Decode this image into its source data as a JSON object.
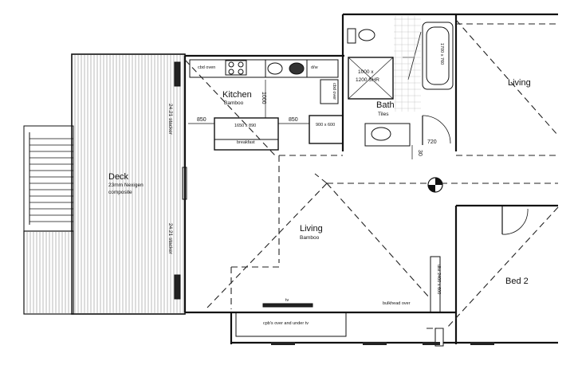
{
  "rooms": {
    "deck": {
      "name": "Deck",
      "material": "23mm Nexigen",
      "material2": "composite"
    },
    "kitchen": {
      "name": "Kitchen",
      "material": "Bamboo"
    },
    "living_main": {
      "name": "Living",
      "material": "Bamboo"
    },
    "living_upper": {
      "name": "Living"
    },
    "bath": {
      "name": "Bath",
      "material": "Tiles"
    },
    "bed2": {
      "name": "Bed 2"
    }
  },
  "labels": {
    "stacker_upper": "24.21 stacker",
    "stacker_lower": "24.21 stacker",
    "cbd_oven": "cbd oven",
    "dw": "d/w",
    "bench": "1650 x 890",
    "breakfast": "breakfast",
    "fridge": "900 x 600",
    "cbd_over": "cbd over",
    "shower_size": "1000 x",
    "shower_size2": "1200 SHR",
    "bath_size": "1700 x 760",
    "dim_850_left": "850",
    "dim_850_right": "850",
    "dim_1000": "1000",
    "dim_720": "720",
    "dim_30": "30",
    "dist_cold": "dist 2400 x 600",
    "tv": "tv",
    "bulkhead": "bulkhead over",
    "tv_cupboard": "cpb's over and under tv"
  }
}
